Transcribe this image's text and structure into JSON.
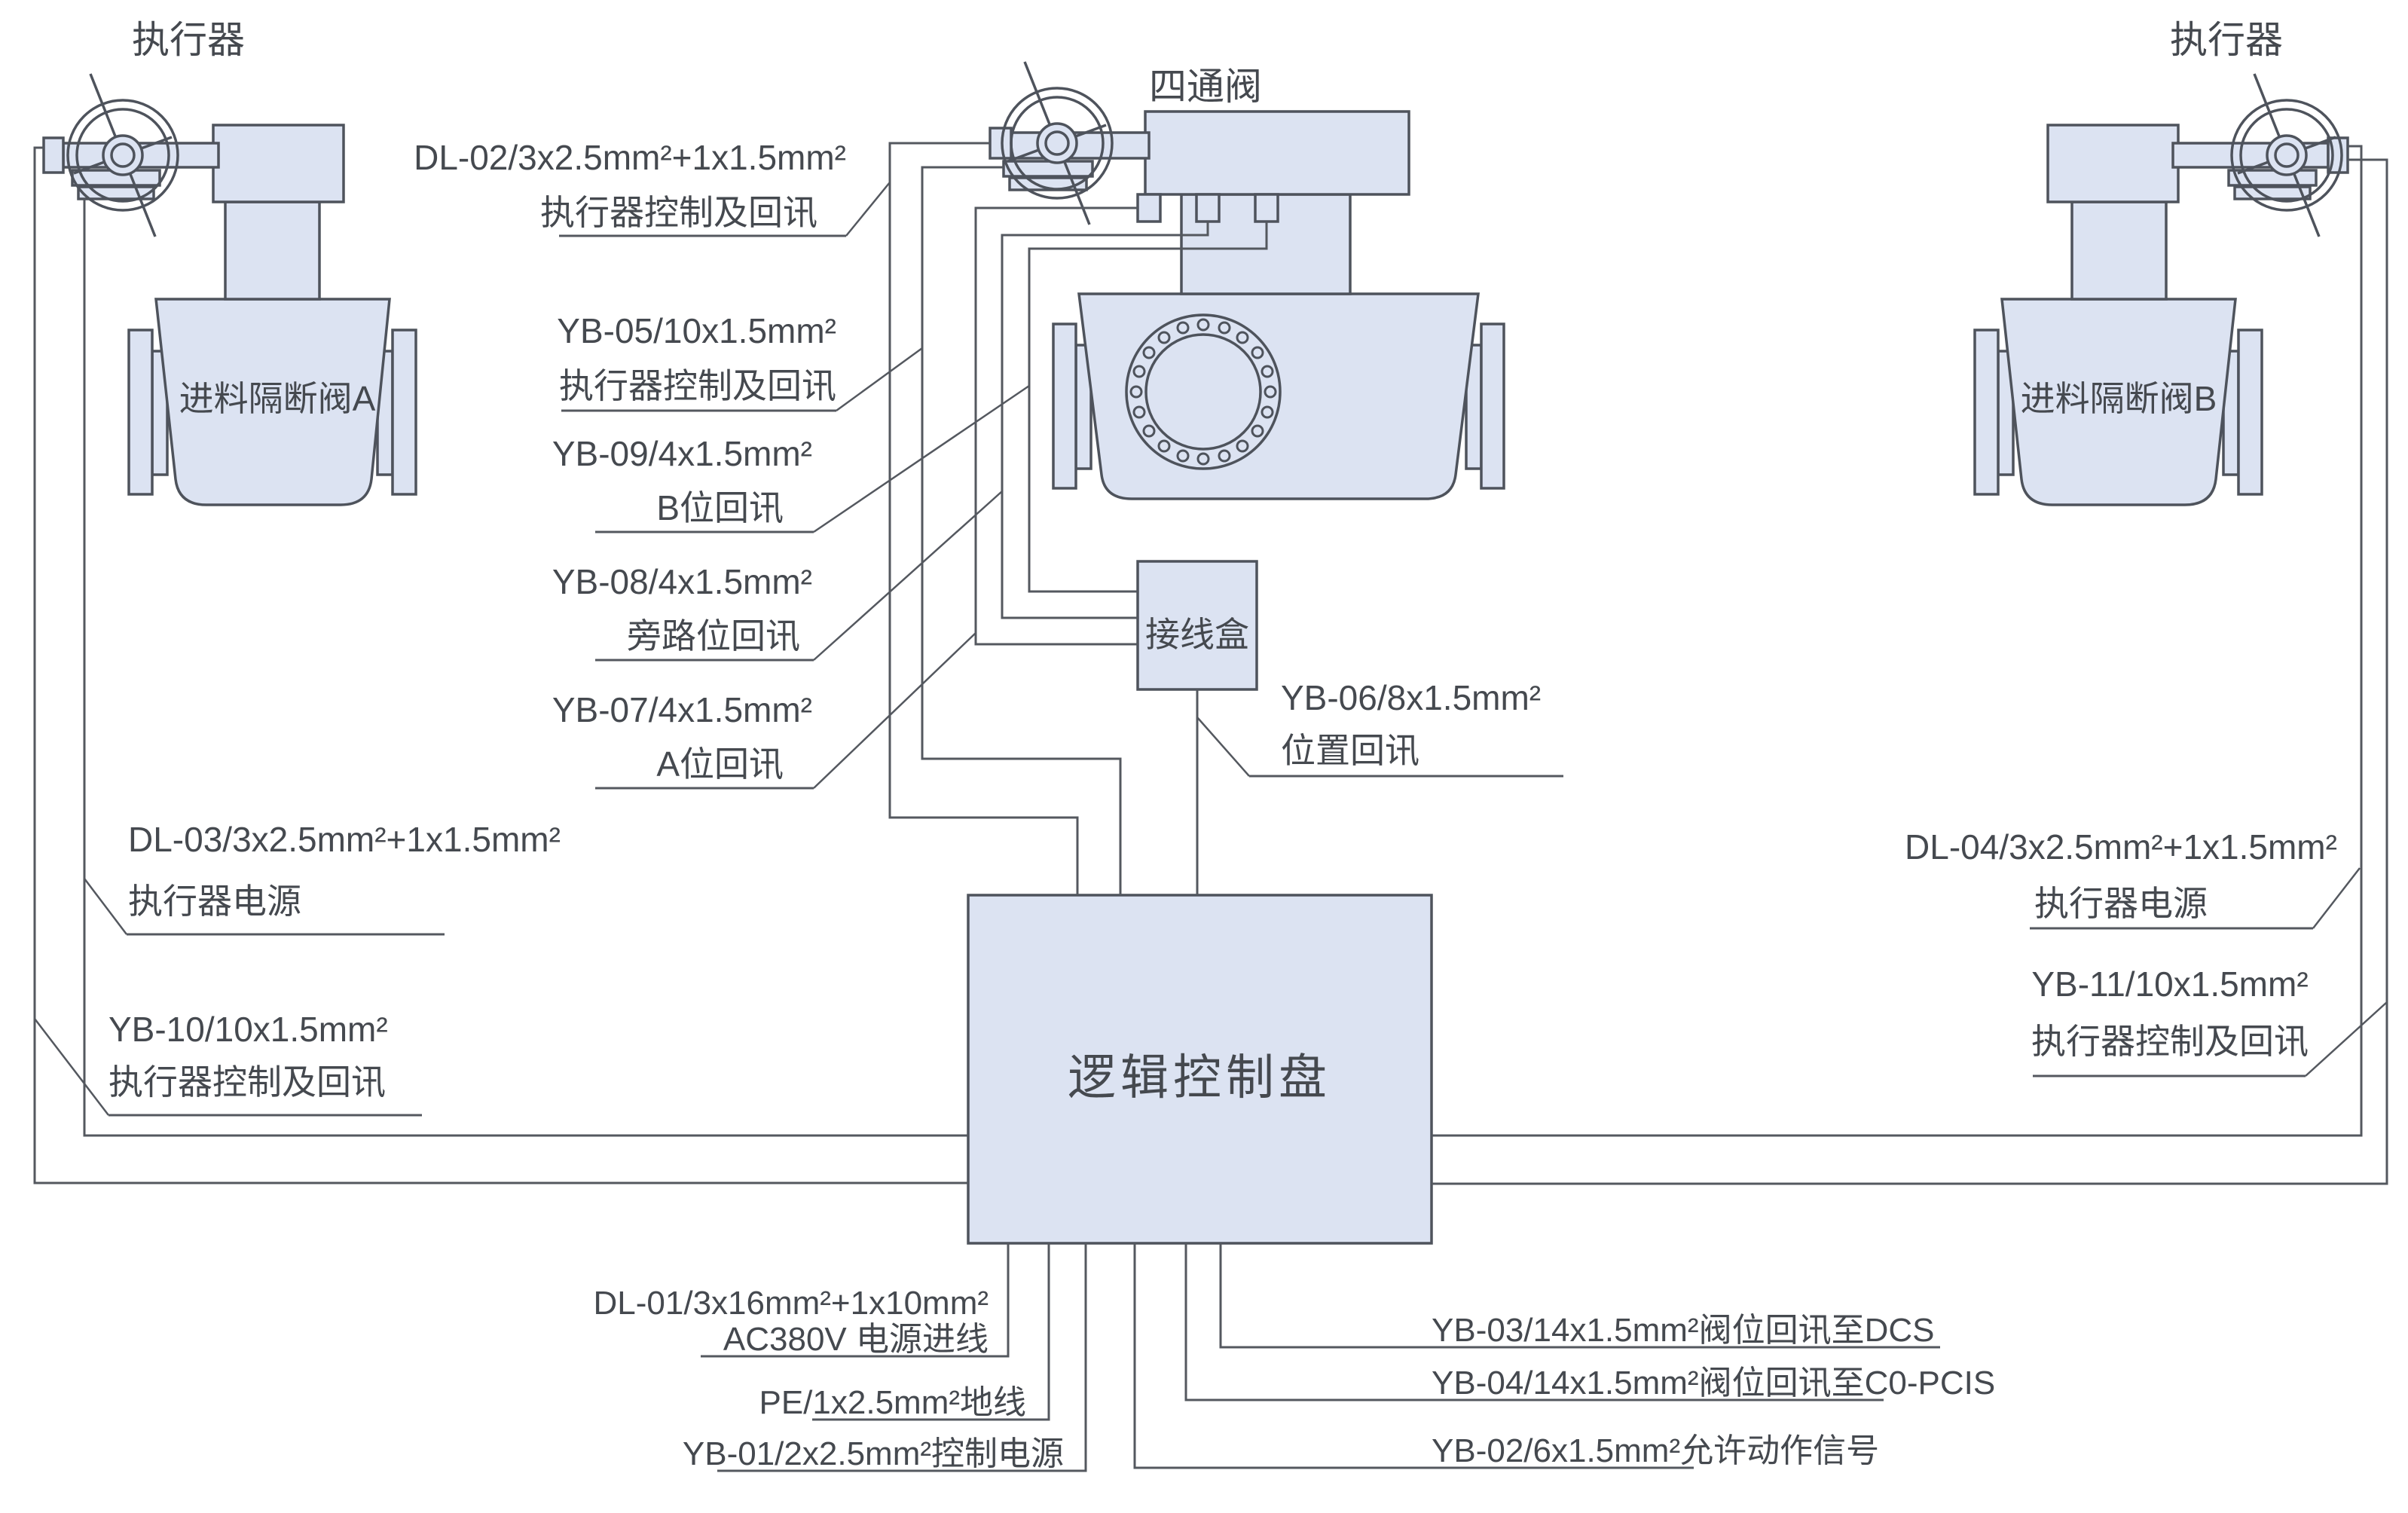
{
  "equipment": {
    "actuator_a_label": "执行器",
    "actuator_b_label": "执行器",
    "four_way_valve_label": "四通阀",
    "valve_a_label": "进料隔断阀A",
    "valve_b_label": "进料隔断阀B",
    "junction_box_label": "接线盒",
    "control_panel_label": "逻辑控制盘"
  },
  "cable_labels": {
    "dl02": {
      "line1": "DL-02/3x2.5mm²+1x1.5mm²",
      "line2": "执行器控制及回讯"
    },
    "yb05": {
      "line1": "YB-05/10x1.5mm²",
      "line2": "执行器控制及回讯"
    },
    "yb09": {
      "line1": "YB-09/4x1.5mm²",
      "line2": "B位回讯"
    },
    "yb08": {
      "line1": "YB-08/4x1.5mm²",
      "line2": "旁路位回讯"
    },
    "yb07": {
      "line1": "YB-07/4x1.5mm²",
      "line2": "A位回讯"
    },
    "yb06": {
      "line1": "YB-06/8x1.5mm²",
      "line2": "位置回讯"
    },
    "dl03": {
      "line1": "DL-03/3x2.5mm²+1x1.5mm²",
      "line2": "执行器电源"
    },
    "yb10": {
      "line1": "YB-10/10x1.5mm²",
      "line2": "执行器控制及回讯"
    },
    "dl04": {
      "line1": "DL-04/3x2.5mm²+1x1.5mm²",
      "line2": "执行器电源"
    },
    "yb11": {
      "line1": "YB-11/10x1.5mm²",
      "line2": "执行器控制及回讯"
    },
    "dl01": {
      "line1": "DL-01/3x16mm²+1x10mm²",
      "line2": "AC380V 电源进线"
    },
    "pe": {
      "line1": "PE/1x2.5mm²地线"
    },
    "yb01": {
      "line1": "YB-01/2x2.5mm²控制电源"
    },
    "yb03": {
      "line1": "YB-03/14x1.5mm²阀位回讯至DCS"
    },
    "yb04": {
      "line1": "YB-04/14x1.5mm²阀位回讯至C0-PCIS"
    },
    "yb02": {
      "line1": "YB-02/6x1.5mm²允许动作信号"
    }
  },
  "colors": {
    "equipment_fill": "#dce3f2",
    "equipment_stroke": "#4e535c",
    "wire": "#54585f",
    "text": "#45494f",
    "background": "#ffffff"
  }
}
